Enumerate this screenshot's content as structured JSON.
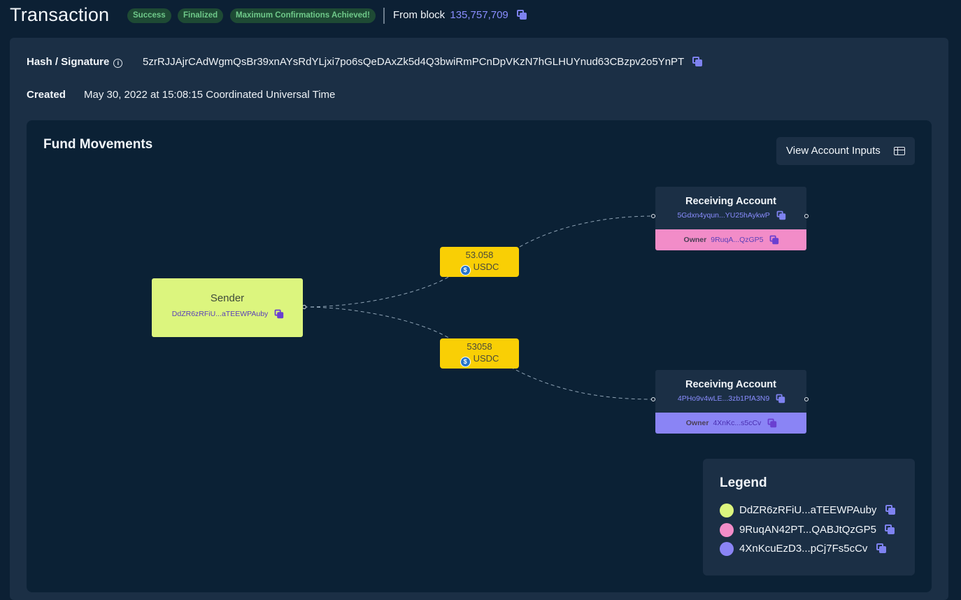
{
  "header": {
    "title": "Transaction",
    "badges": [
      "Success",
      "Finalized",
      "Maximum Confirmations Achieved!"
    ],
    "from_block_label": "From block",
    "block_number": "135,757,709"
  },
  "details": {
    "hash_label": "Hash / Signature",
    "hash_value": "5zrRJJAjrCAdWgmQsBr39xnAYsRdYLjxi7po6sQeDAxZk5d4Q3bwiRmPCnDpVKzN7hGLHUYnud63CBzpv2o5YnPT",
    "created_label": "Created",
    "created_value": "May 30, 2022 at 15:08:15 Coordinated Universal Time"
  },
  "fund_movements": {
    "title": "Fund Movements",
    "view_button": "View Account Inputs",
    "sender": {
      "label": "Sender",
      "address": "DdZR6zRFiU...aTEEWPAuby",
      "color": "#dcf57e"
    },
    "transfers": [
      {
        "amount": "53.058",
        "token": "USDC"
      },
      {
        "amount": "53058",
        "token": "USDC"
      }
    ],
    "receivers": [
      {
        "label": "Receiving Account",
        "address": "5Gdxn4yqun...YU25hAykwP",
        "owner_label": "Owner",
        "owner_address": "9RuqA...QzGP5",
        "owner_color": "#f28cc8"
      },
      {
        "label": "Receiving Account",
        "address": "4PHo9v4wLE...3zb1PfA3N9",
        "owner_label": "Owner",
        "owner_address": "4XnKc...s5cCv",
        "owner_color": "#8a84f5"
      }
    ]
  },
  "legend": {
    "title": "Legend",
    "items": [
      {
        "label": "DdZR6zRFiU...aTEEWPAuby",
        "color": "#dcf57e"
      },
      {
        "label": "9RuqAN42PT...QABJtQzGP5",
        "color": "#f28cc8"
      },
      {
        "label": "4XnKcuEzD3...pCj7Fs5cCv",
        "color": "#8a84f5"
      }
    ]
  },
  "icons": {
    "copy": "copy-icon",
    "info": "info-icon",
    "table": "table-icon",
    "token": "usdc-icon"
  }
}
